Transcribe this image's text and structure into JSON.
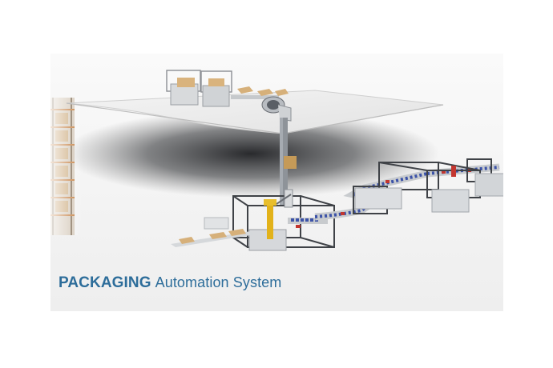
{
  "caption": {
    "highlight": "PACKAGING",
    "rest": "Automation System"
  },
  "colors": {
    "caption": "#2d6d9a",
    "frame": "#5a5f66",
    "robot": "#e2b21a",
    "carton": "#d7b27c",
    "bottles": "#3b52a8",
    "accent": "#c3362f"
  },
  "illustration": {
    "subject": "packaging automation line",
    "elements": [
      "mezzanine-platform",
      "carton-erectors",
      "spiral-conveyor",
      "vertical-lift",
      "robotic-palletizer",
      "bottle-conveyor",
      "filling-stations",
      "storage-rack"
    ]
  }
}
